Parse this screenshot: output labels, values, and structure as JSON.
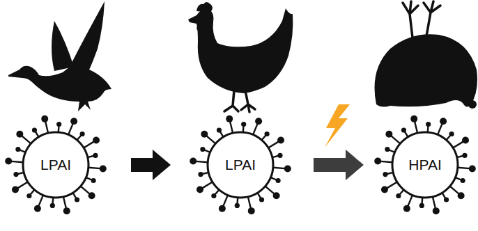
{
  "diagram": {
    "nodes": [
      {
        "text": [
          "LPAI"
        ]
      },
      {
        "text": [
          "LPAI"
        ]
      },
      {
        "text": [
          "HPAI"
        ]
      }
    ],
    "edges": [
      {
        "from": 0,
        "to": 1,
        "arrow": "to"
      },
      {
        "from": 1,
        "to": 2,
        "arrow": "to"
      }
    ]
  }
}
